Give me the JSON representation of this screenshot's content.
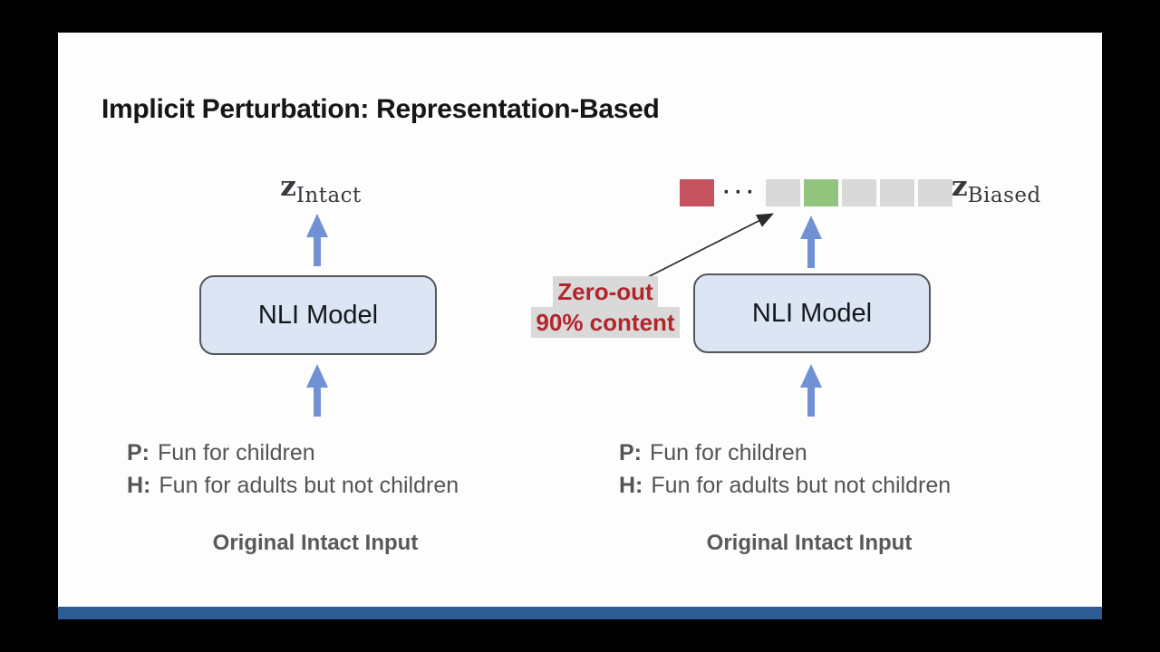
{
  "colors": {
    "arrow_blue": "#7191d5",
    "box_fill": "#dbe5f3",
    "box_border": "#54575c",
    "cell_red": "#c4535f",
    "cell_green": "#93c47d",
    "cell_gray": "#d9d9d9",
    "highlight_gray": "#d9d9d9",
    "annotation_red": "#b2262b",
    "footer_bar_blue": "#2d5b93"
  },
  "slide": {
    "title": "Implicit Perturbation: Representation-Based",
    "left": {
      "vector_label": {
        "main": "z",
        "sub": "Intact"
      },
      "model_label": "NLI Model",
      "premise": {
        "label": "P:",
        "text": "Fun for children"
      },
      "hypothesis": {
        "label": "H:",
        "text": "Fun for adults but not children"
      },
      "caption": "Original Intact Input"
    },
    "right": {
      "vector_label": {
        "main": "z",
        "sub": "Biased"
      },
      "model_label": "NLI Model",
      "annotation": {
        "line1": "Zero-out",
        "line2": "90% content"
      },
      "dots": "···",
      "vector_cells": [
        {
          "kind": "cell",
          "color": "#c4535f"
        },
        {
          "kind": "dots"
        },
        {
          "kind": "cell",
          "color": "#d9d9d9"
        },
        {
          "kind": "cell",
          "color": "#93c47d"
        },
        {
          "kind": "cell",
          "color": "#d9d9d9"
        },
        {
          "kind": "cell",
          "color": "#d9d9d9"
        },
        {
          "kind": "cell",
          "color": "#d9d9d9"
        }
      ],
      "premise": {
        "label": "P:",
        "text": "Fun for children"
      },
      "hypothesis": {
        "label": "H:",
        "text": "Fun for adults but not children"
      },
      "caption": "Original Intact Input"
    }
  }
}
